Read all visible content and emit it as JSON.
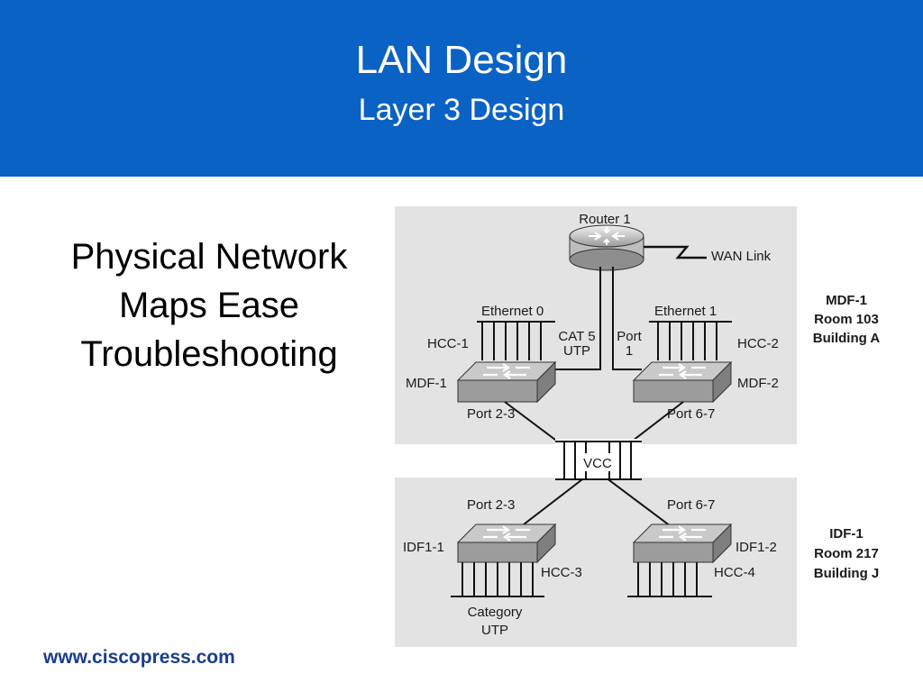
{
  "slide": {
    "title": "LAN Design",
    "subtitle": "Layer 3 Design",
    "body_lines": [
      "Physical Network",
      "Maps Ease",
      "Troubleshooting"
    ],
    "footer": "www.ciscopress.com"
  },
  "colors": {
    "header_bg": "#0a62c4",
    "panel_bg": "#e3e3e3",
    "footer_text": "#1a3d8c"
  },
  "diagram": {
    "router": {
      "label": "Router 1",
      "icon": "router-icon"
    },
    "wan_link": "WAN Link",
    "mdf_info": [
      "MDF-1",
      "Room 103",
      "Building A"
    ],
    "idf_info": [
      "IDF-1",
      "Room 217",
      "Building J"
    ],
    "switches": {
      "mdf1": {
        "name": "MDF-1",
        "ethernet": "Ethernet 0",
        "hcc": "HCC-1",
        "ports": "Port 2-3"
      },
      "mdf2": {
        "name": "MDF-2",
        "ethernet": "Ethernet 1",
        "hcc": "HCC-2",
        "ports": "Port 6-7"
      },
      "idf1": {
        "name": "IDF1-1",
        "hcc": "HCC-3",
        "ports": "Port 2-3"
      },
      "idf2": {
        "name": "IDF1-2",
        "hcc": "HCC-4",
        "ports": "Port 6-7"
      }
    },
    "cat5_utp": [
      "CAT 5",
      "UTP"
    ],
    "port1": [
      "Port",
      "1"
    ],
    "vcc": "VCC",
    "category_utp": [
      "Category",
      "UTP"
    ]
  }
}
